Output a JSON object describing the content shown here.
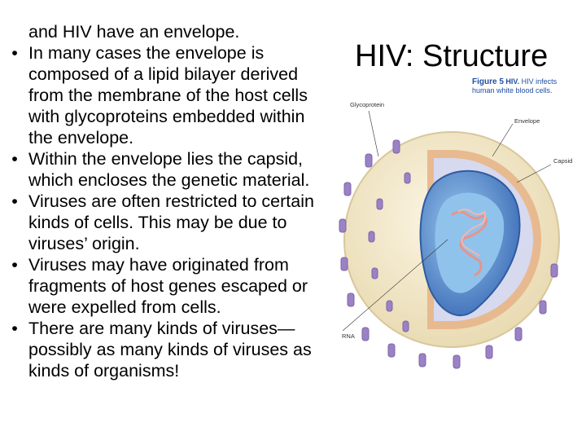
{
  "title": "HIV: Structure",
  "bullets": [
    {
      "lead": "",
      "text": "and HIV have an envelope."
    },
    {
      "lead": "•",
      "text": "In many cases the envelope is composed of a lipid bilayer derived from the membrane of the host cells with glycoproteins embedded within the envelope."
    },
    {
      "lead": "•",
      "text": "Within the envelope lies the capsid, which encloses the genetic material."
    },
    {
      "lead": "•",
      "text": "Viruses are often restricted to certain kinds of cells.  This may be due to viruses’ origin."
    },
    {
      "lead": "•",
      "text": "Viruses may have originated from fragments of host genes escaped or were expelled from cells."
    },
    {
      "lead": "•",
      "text": "There are many kinds of viruses—possibly as many kinds of viruses as kinds of organisms!"
    }
  ],
  "figure": {
    "number": "Figure 5",
    "name": "HIV.",
    "caption": "HIV infects human white blood cells.",
    "labels": {
      "glycoprotein": "Glycoprotein",
      "envelope": "Envelope",
      "capsid": "Capsid",
      "rna": "RNA"
    },
    "colors": {
      "envelope_outer": "#f2e7c9",
      "envelope_band": "#e7b58a",
      "glycoprotein": "#9b82c4",
      "capsid": "#5b8fd0",
      "core": "#8fc3ec",
      "rna": "#e8938a",
      "caption": "#1f4ea1"
    }
  }
}
